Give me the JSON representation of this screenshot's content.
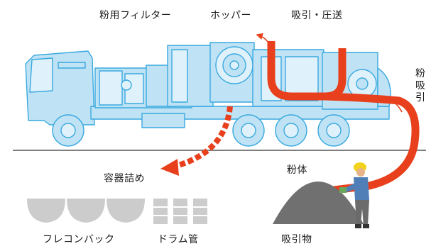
{
  "labels": {
    "powder_filter": "粉用フィルター",
    "hopper": "ホッパー",
    "suction_pressure": "吸引・圧送",
    "powder_suction": "粉吸引",
    "container_packing": "容器詰め",
    "powder": "粉体",
    "flexible_container_bag": "フレコンバック",
    "drum_can": "ドラム管",
    "suctioned_material": "吸引物"
  },
  "colors": {
    "truck_fill": "#bfe3f5",
    "truck_line": "#3aa9df",
    "arrow_red": "#e8401c",
    "powder_pile": "#707070",
    "container_gray": "#cccccc",
    "ground_line": "#333333",
    "worker_helmet": "#f2d21a",
    "worker_shirt": "#4f7fb6",
    "worker_pants": "#6b6b6b"
  },
  "icons": [
    "vacuum-truck",
    "suction-hose",
    "worker",
    "powder-pile",
    "flexible-container-bags",
    "drum-cans"
  ]
}
